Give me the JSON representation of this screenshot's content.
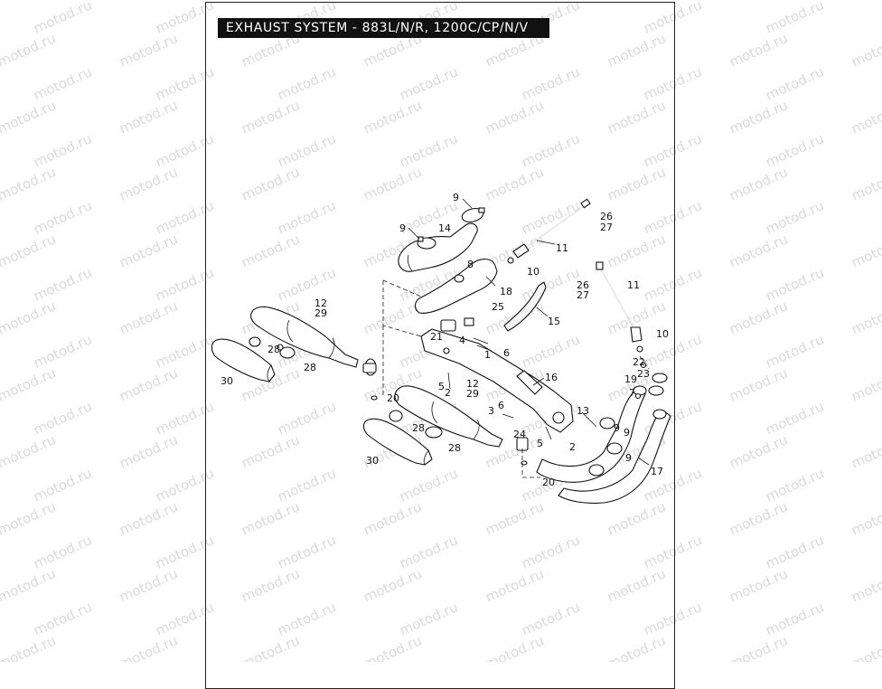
{
  "title": "EXHAUST SYSTEM - 883L/N/R, 1200C/CP/N/V",
  "watermark_text": "motod.ru",
  "callouts": [
    {
      "id": "c9a",
      "text": "9"
    },
    {
      "id": "c9b",
      "text": "9"
    },
    {
      "id": "c14",
      "text": "14"
    },
    {
      "id": "c26a",
      "text": "26"
    },
    {
      "id": "c27a",
      "text": "27"
    },
    {
      "id": "c11a",
      "text": "11"
    },
    {
      "id": "c8",
      "text": "8"
    },
    {
      "id": "c10a",
      "text": "10"
    },
    {
      "id": "c18",
      "text": "18"
    },
    {
      "id": "c26b",
      "text": "26"
    },
    {
      "id": "c27b",
      "text": "27"
    },
    {
      "id": "c11b",
      "text": "11"
    },
    {
      "id": "c12a",
      "text": "12"
    },
    {
      "id": "c29a",
      "text": "29"
    },
    {
      "id": "c25",
      "text": "25"
    },
    {
      "id": "c15",
      "text": "15"
    },
    {
      "id": "c21",
      "text": "21"
    },
    {
      "id": "c4",
      "text": "4"
    },
    {
      "id": "c1",
      "text": "1"
    },
    {
      "id": "c6a",
      "text": "6"
    },
    {
      "id": "c10b",
      "text": "10"
    },
    {
      "id": "c28a",
      "text": "28"
    },
    {
      "id": "c28b",
      "text": "28"
    },
    {
      "id": "c22",
      "text": "22"
    },
    {
      "id": "c23",
      "text": "23"
    },
    {
      "id": "c19",
      "text": "19"
    },
    {
      "id": "c30a",
      "text": "30"
    },
    {
      "id": "c16",
      "text": "16"
    },
    {
      "id": "c5a",
      "text": "5"
    },
    {
      "id": "c2a",
      "text": "2"
    },
    {
      "id": "c12b",
      "text": "12"
    },
    {
      "id": "c29b",
      "text": "29"
    },
    {
      "id": "c7",
      "text": "7"
    },
    {
      "id": "c20a",
      "text": "20"
    },
    {
      "id": "c6b",
      "text": "6"
    },
    {
      "id": "c3",
      "text": "3"
    },
    {
      "id": "c13",
      "text": "13"
    },
    {
      "id": "c9c",
      "text": "9"
    },
    {
      "id": "c9d",
      "text": "9"
    },
    {
      "id": "c28c",
      "text": "28"
    },
    {
      "id": "c24",
      "text": "24"
    },
    {
      "id": "c5b",
      "text": "5"
    },
    {
      "id": "c2b",
      "text": "2"
    },
    {
      "id": "c28d",
      "text": "28"
    },
    {
      "id": "c9e",
      "text": "9"
    },
    {
      "id": "c17",
      "text": "17"
    },
    {
      "id": "c30b",
      "text": "30"
    },
    {
      "id": "c20b",
      "text": "20"
    }
  ]
}
